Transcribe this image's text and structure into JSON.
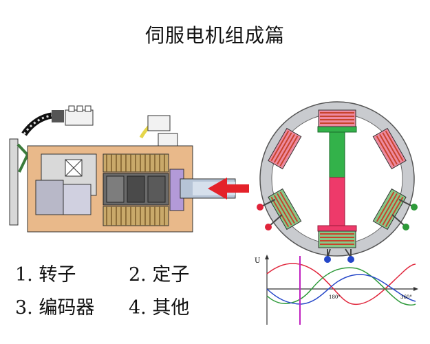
{
  "title": "伺服电机组成篇",
  "legend": {
    "items": [
      "1. 转子",
      "2. 定子",
      "3. 编码器",
      "4. 其他"
    ]
  },
  "waveform": {
    "y_label": "U",
    "tick_labels": [
      "180°",
      "360°"
    ]
  },
  "colors": {
    "wave_red": "#e0243a",
    "wave_green": "#2e9a3a",
    "wave_blue": "#2446c8",
    "marker": "#c020c0",
    "arrow": "#e4222a",
    "rotor_red": "#ee3a6a",
    "rotor_green": "#33b24a",
    "coil": "#c8432b",
    "stator_ring": "#c9cbcf"
  }
}
